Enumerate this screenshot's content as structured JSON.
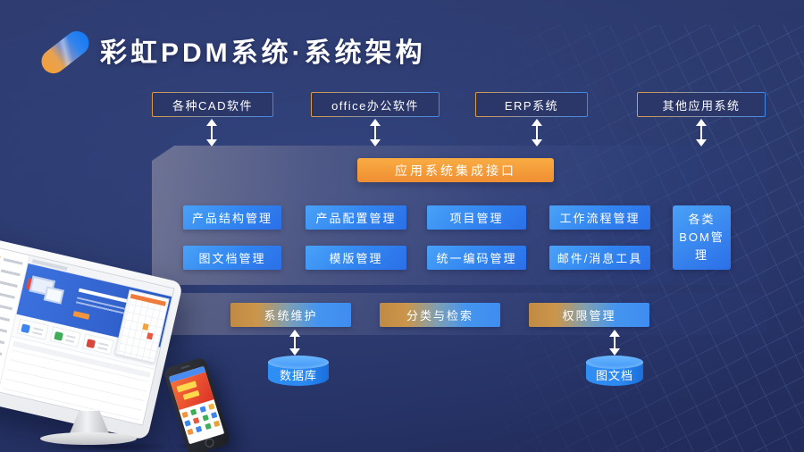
{
  "page": {
    "title": "彩虹PDM系统·系统架构"
  },
  "external_systems": [
    {
      "label": "各种CAD软件"
    },
    {
      "label": "office办公软件"
    },
    {
      "label": "ERP系统"
    },
    {
      "label": "其他应用系统"
    }
  ],
  "integration": {
    "label": "应用系统集成接口"
  },
  "modules": {
    "row1": [
      {
        "label": "产品结构管理"
      },
      {
        "label": "产品配置管理"
      },
      {
        "label": "项目管理"
      },
      {
        "label": "工作流程管理"
      }
    ],
    "row2": [
      {
        "label": "图文档管理"
      },
      {
        "label": "模版管理"
      },
      {
        "label": "统一编码管理"
      },
      {
        "label": "邮件/消息工具"
      }
    ],
    "bom": {
      "label": "各类BOM管理"
    }
  },
  "services": [
    {
      "label": "系统维护"
    },
    {
      "label": "分类与检索"
    },
    {
      "label": "权限管理"
    }
  ],
  "storages": [
    {
      "label": "数据库"
    },
    {
      "label": "图文档"
    }
  ],
  "colors": {
    "background": "#28356a",
    "accent_orange": "#f29a3a",
    "accent_blue": "#2f80ec",
    "panel_gray": "#565b7a"
  }
}
